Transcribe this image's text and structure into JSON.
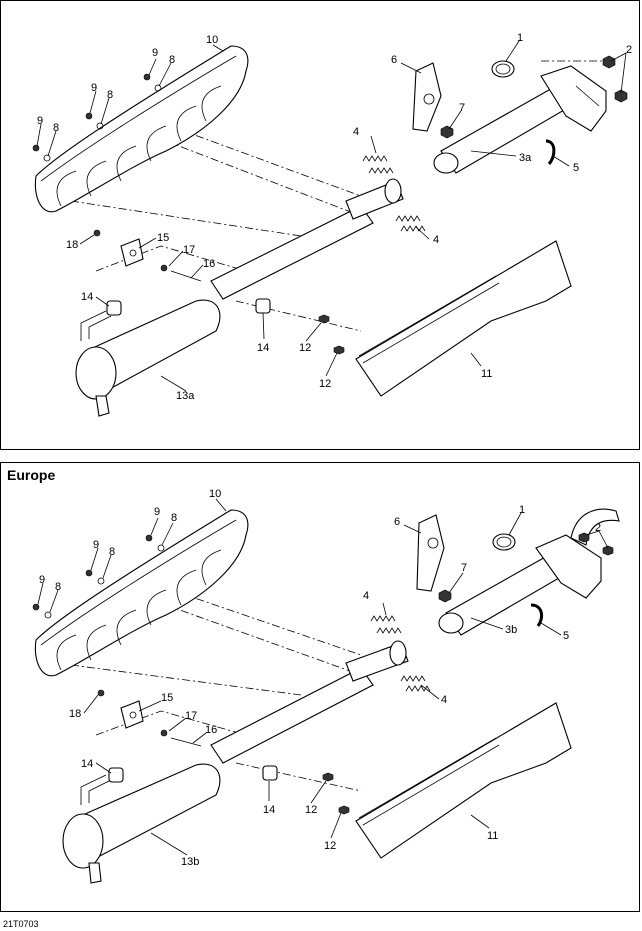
{
  "europe_title": "Europe",
  "drawing_code": "21T0703",
  "top": {
    "labels": {
      "l1": "1",
      "l2": "2",
      "l3a": "3a",
      "l4a": "4",
      "l4b": "4",
      "l5": "5",
      "l6": "6",
      "l7": "7",
      "l8a": "8",
      "l8b": "8",
      "l8c": "8",
      "l9a": "9",
      "l9b": "9",
      "l9c": "9",
      "l10": "10",
      "l11": "11",
      "l12a": "12",
      "l12b": "12",
      "l13": "13a",
      "l14a": "14",
      "l14b": "14",
      "l15": "15",
      "l16": "16",
      "l17": "17",
      "l18": "18"
    }
  },
  "bottom": {
    "labels": {
      "l1": "1",
      "l2": "2",
      "l3a": "3b",
      "l4a": "4",
      "l4b": "4",
      "l5": "5",
      "l6": "6",
      "l7": "7",
      "l8a": "8",
      "l8b": "8",
      "l8c": "8",
      "l9a": "9",
      "l9b": "9",
      "l9c": "9",
      "l10": "10",
      "l11": "11",
      "l12a": "12",
      "l12b": "12",
      "l13": "13b",
      "l14a": "14",
      "l14b": "14",
      "l15": "15",
      "l16": "16",
      "l17": "17",
      "l18": "18"
    }
  }
}
